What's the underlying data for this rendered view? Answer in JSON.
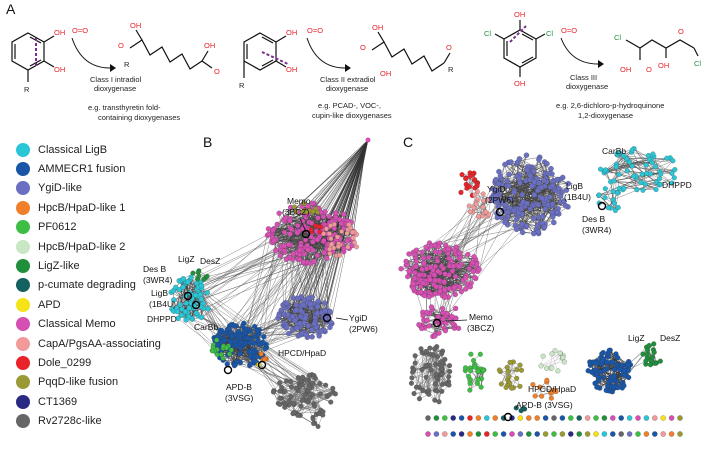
{
  "panel_a": {
    "label": "A",
    "reactions": [
      {
        "arrow_label": [
          "Class I intradiol",
          "dioxygenase"
        ],
        "example": [
          "e.g. transthyretin fold-",
          "containing dioxygenases"
        ]
      },
      {
        "arrow_label": [
          "Class II extradiol",
          "dioxygenase"
        ],
        "example": [
          "e.g. PCAD-, VOC-,",
          "cupin-like dioxygenases"
        ]
      },
      {
        "arrow_label": [
          "Class III",
          "dioxygenase"
        ],
        "example": [
          "e.g. 2,6-dichloro-p-hydroquinone",
          "1,2-dioxygenase"
        ]
      }
    ],
    "atoms": {
      "OH": "OH",
      "O": "O",
      "R": "R",
      "Cl": "Cl",
      "O2": "O=O"
    }
  },
  "legend": [
    {
      "label": "Classical LigB",
      "color": "#2bc6d6"
    },
    {
      "label": "AMMECR1 fusion",
      "color": "#1a56a8"
    },
    {
      "label": "YgiD-like",
      "color": "#6a6fc2"
    },
    {
      "label": "HpcB/HpaD-like 1",
      "color": "#f07f2a"
    },
    {
      "label": "PF0612",
      "color": "#3fbe45"
    },
    {
      "label": "HpcB/HpaD-like 2",
      "color": "#c9e6c5"
    },
    {
      "label": "LigZ-like",
      "color": "#1f8f3c"
    },
    {
      "label": "p-cumate degrading",
      "color": "#156060"
    },
    {
      "label": "APD",
      "color": "#f5e317"
    },
    {
      "label": "Classical Memo",
      "color": "#d64fb2"
    },
    {
      "label": "CapA/PgsAA-associating",
      "color": "#f29a9a"
    },
    {
      "label": "Dole_0299",
      "color": "#e8232a"
    },
    {
      "label": "PqqD-like fusion",
      "color": "#9a9a35"
    },
    {
      "label": "CT1369",
      "color": "#2a2a85"
    },
    {
      "label": "Rv2728c-like",
      "color": "#666666"
    }
  ],
  "panel_b": {
    "label": "B",
    "annotations": [
      {
        "id": "memo",
        "lines": [
          "Memo",
          "(3BCZ)"
        ]
      },
      {
        "id": "ligz",
        "lines": [
          "LigZ"
        ]
      },
      {
        "id": "desz",
        "lines": [
          "DesZ"
        ]
      },
      {
        "id": "desb",
        "lines": [
          "Des B",
          "(3WR4)"
        ]
      },
      {
        "id": "ligb",
        "lines": [
          "LigB",
          "(1B4U)"
        ]
      },
      {
        "id": "dhppd",
        "lines": [
          "DHPPD"
        ]
      },
      {
        "id": "carbb",
        "lines": [
          "CarBb"
        ]
      },
      {
        "id": "ygid",
        "lines": [
          "YgiD",
          "(2PW6)"
        ]
      },
      {
        "id": "hpcd",
        "lines": [
          "HPCD/HpaD"
        ]
      },
      {
        "id": "apdb",
        "lines": [
          "APD-B",
          "(3VSG)"
        ]
      }
    ]
  },
  "panel_c": {
    "label": "C",
    "annotations": [
      {
        "id": "ygid",
        "lines": [
          "YgiD",
          "(2PW6)"
        ]
      },
      {
        "id": "carbb",
        "lines": [
          "CarBb"
        ]
      },
      {
        "id": "ligb",
        "lines": [
          "LigB",
          "(1B4U)"
        ]
      },
      {
        "id": "dhppd",
        "lines": [
          "DHPPD"
        ]
      },
      {
        "id": "desb",
        "lines": [
          "Des B",
          "(3WR4)"
        ]
      },
      {
        "id": "memo",
        "lines": [
          "Memo",
          "(3BCZ)"
        ]
      },
      {
        "id": "ligz",
        "lines": [
          "LigZ"
        ]
      },
      {
        "id": "desz",
        "lines": [
          "DesZ"
        ]
      },
      {
        "id": "hpcd",
        "lines": [
          "HPCD/HpaD"
        ]
      },
      {
        "id": "apdb",
        "lines": [
          "APD-B (3VSG)"
        ]
      }
    ]
  }
}
